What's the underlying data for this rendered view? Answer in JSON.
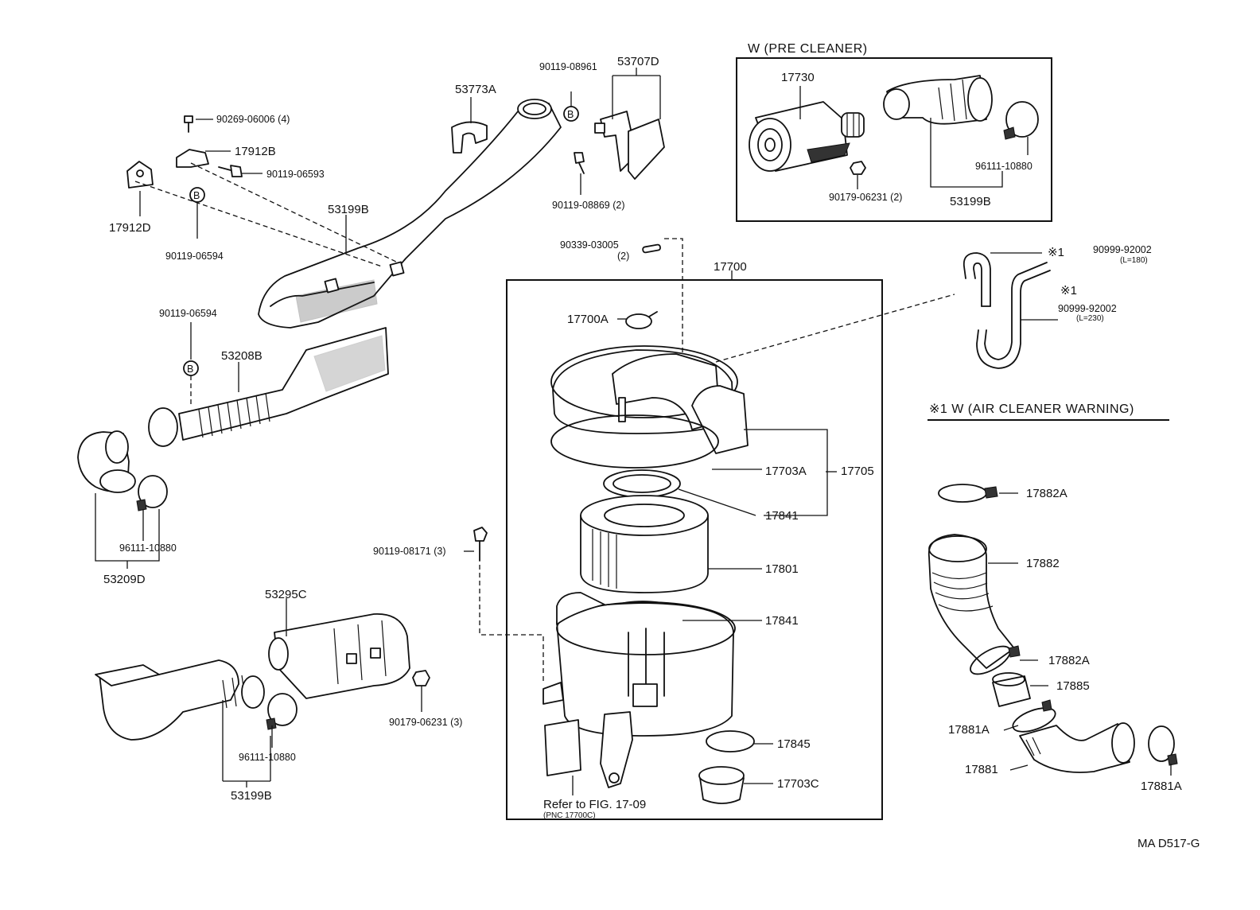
{
  "insets": {
    "pre_cleaner_title": "W (PRE  CLEANER)",
    "air_cleaner_warning_title": "※1 W (AIR  CLEANER  WARNING)"
  },
  "labels": {
    "p53773A": "53773A",
    "p90119_08961": "90119-08961",
    "p53707D": "53707D",
    "p90269_06006": "90269-06006 (4)",
    "p17912B": "17912B",
    "p90119_06593": "90119-06593",
    "p17912D": "17912D",
    "p90119_06594_top": "90119-06594",
    "p53199B_main": "53199B",
    "p90119_08869": "90119-08869 (2)",
    "p90119_06594_mid": "90119-06594",
    "p53208B": "53208B",
    "p96111_10880_left": "96111-10880",
    "p53209D": "53209D",
    "p53295C": "53295C",
    "p90119_08171": "90119-08171 (3)",
    "p96111_10880_bottom": "96111-10880",
    "p53199B_bottom": "53199B",
    "p90179_06231_3": "90179-06231 (3)",
    "p17730": "17730",
    "p96111_10880_pre": "96111-10880",
    "p90179_06231_2": "90179-06231 (2)",
    "p53199B_pre": "53199B",
    "p90339_03005": "90339-03005",
    "p90339_03005_qty": "(2)",
    "p17700": "17700",
    "p17700A": "17700A",
    "p17703A": "17703A",
    "p17705": "17705",
    "p17841_top": "17841",
    "p17801": "17801",
    "p17841_bottom": "17841",
    "p17845": "17845",
    "p17703C": "17703C",
    "ref_fig": "Refer to FIG. 17-09",
    "ref_pnc": "(PNC 17700C)",
    "hose_mark_1": "※1",
    "hose_pn_1": "90999-92002",
    "hose_len_1": "(L=180)",
    "hose_mark_2": "※1",
    "hose_pn_2": "90999-92002",
    "hose_len_2": "(L=230)",
    "p17882A_top": "17882A",
    "p17882": "17882",
    "p17882A_mid": "17882A",
    "p17885": "17885",
    "p17881A_left": "17881A",
    "p17881": "17881",
    "p17881A_right": "17881A",
    "figure_code": "MA  D517-G",
    "marker_b": "B"
  }
}
